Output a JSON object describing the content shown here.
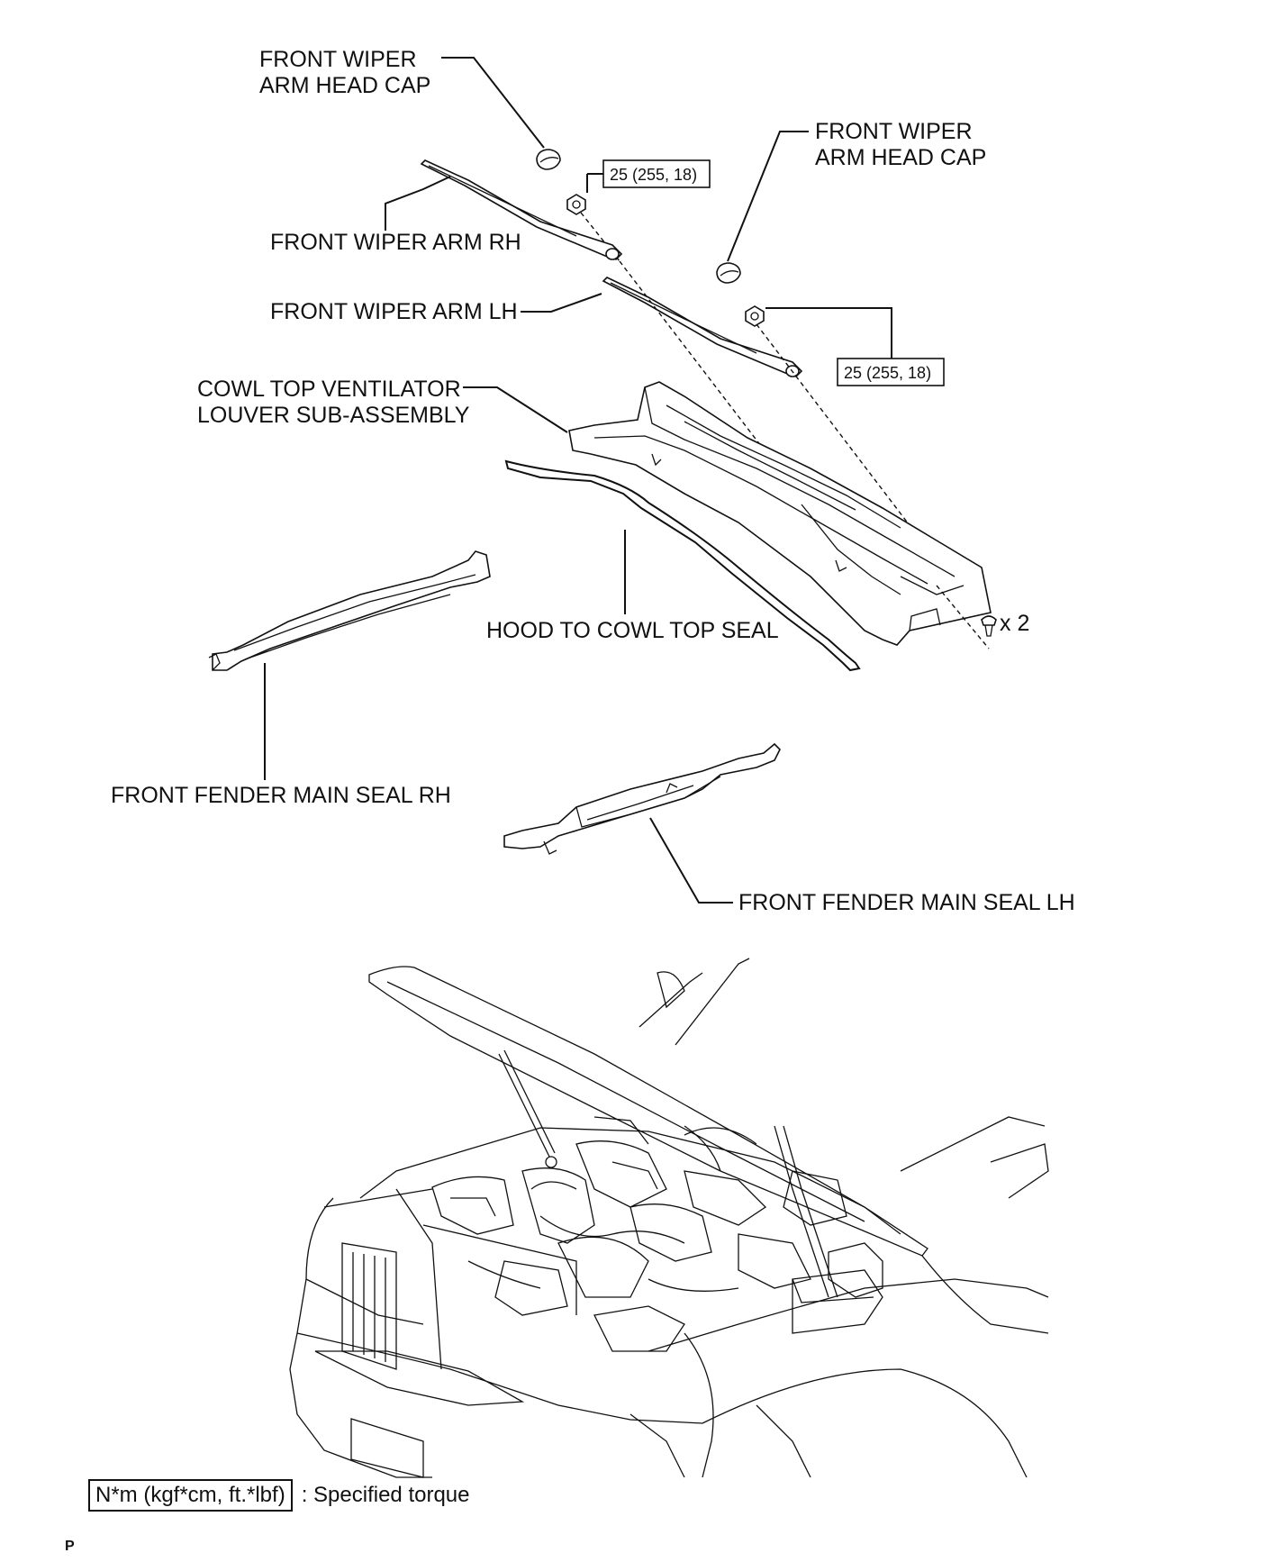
{
  "labels": {
    "cap_rh_line1": "FRONT WIPER",
    "cap_rh_line2": "ARM HEAD CAP",
    "cap_lh_line1": "FRONT WIPER",
    "cap_lh_line2": "ARM HEAD CAP",
    "arm_rh": "FRONT WIPER ARM RH",
    "arm_lh": "FRONT WIPER ARM LH",
    "cowl_line1": "COWL TOP VENTILATOR",
    "cowl_line2": "LOUVER SUB-ASSEMBLY",
    "hood_seal": "HOOD TO COWL TOP SEAL",
    "fender_rh": "FRONT FENDER MAIN SEAL RH",
    "fender_lh": "FRONT FENDER MAIN SEAL LH",
    "clip_qty": "x 2"
  },
  "torque": {
    "rh": "25 (255, 18)",
    "lh": "25 (255, 18)"
  },
  "legend": {
    "unit": "N*m (kgf*cm, ft.*lbf)",
    "text": ": Specified torque"
  },
  "page_code": "P"
}
